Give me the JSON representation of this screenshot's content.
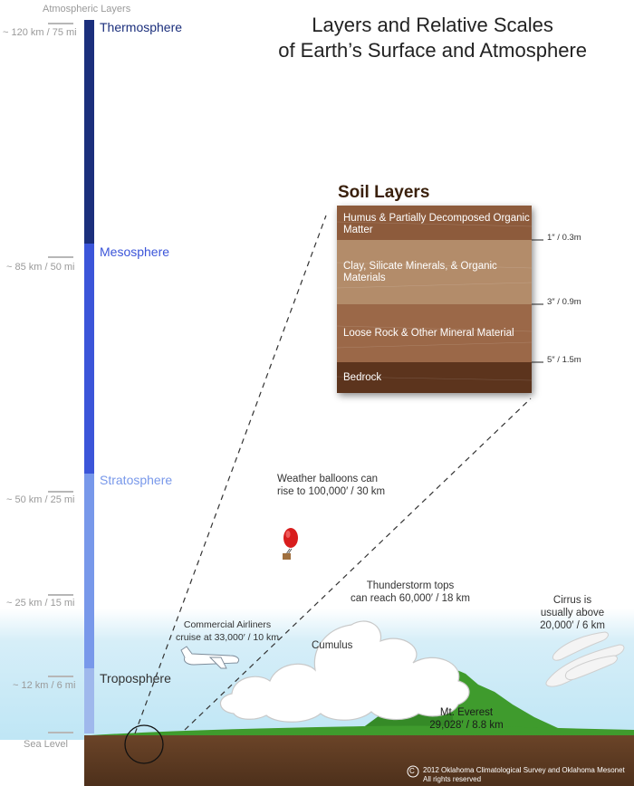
{
  "title_line1": "Layers and Relative Scales",
  "title_line2": "of Earth’s Surface and Atmosphere",
  "axis": {
    "header": "Atmospheric Layers",
    "altitudes": [
      "~ 120 km / 75 mi",
      "~ 85 km / 50 mi",
      "~ 50 km / 25 mi",
      "~ 25 km / 15 mi",
      "~ 12 km / 6 mi",
      "Sea Level"
    ]
  },
  "layers": [
    {
      "name": "Thermosphere",
      "color": "#1b2f7c"
    },
    {
      "name": "Mesosphere",
      "color": "#3b55d9"
    },
    {
      "name": "Stratosphere",
      "color": "#7898ea"
    },
    {
      "name": "Troposphere",
      "color": "#9fb8ec"
    }
  ],
  "soil": {
    "title": "Soil Layers",
    "layers": [
      {
        "label": "Humus & Partially Decomposed Organic Matter",
        "color": "#8d5b3c"
      },
      {
        "label": "Clay, Silicate Minerals, & Organic Materials",
        "color": "#b38c6a"
      },
      {
        "label": "Loose Rock & Other Mineral Material",
        "color": "#9b6848"
      },
      {
        "label": "Bedrock",
        "color": "#5c341d"
      }
    ],
    "depths": [
      "1″ / 0.3m",
      "3″ / 0.9m",
      "5″ / 1.5m"
    ]
  },
  "notes": {
    "balloon_line1": "Weather balloons can",
    "balloon_line2": "rise to 100,000′ / 30 km",
    "storm_line1": "Thunderstorm tops",
    "storm_line2": "can reach 60,000′ / 18 km",
    "cirrus_line1": "Cirrus is",
    "cirrus_line2": "usually above",
    "cirrus_line3": "20,000′ / 6 km",
    "airliner_line1": "Commercial Airliners",
    "airliner_line2": "cruise at 33,000′ / 10 km",
    "cumulus": "Cumulus",
    "everest_line1": "Mt. Everest",
    "everest_line2": "29,028′ / 8.8 km"
  },
  "credit_line1": "2012 Oklahoma Climatological Survey and Oklahoma Mesonet",
  "credit_line2": "All rights reserved",
  "copyright_symbol": "C",
  "colors": {
    "sky_top": "#ffffff",
    "sky_bottom": "#bfe6f5",
    "grass": "#3f9b2d",
    "ground": "#5b3a22",
    "balloon": "#d81d1d"
  }
}
